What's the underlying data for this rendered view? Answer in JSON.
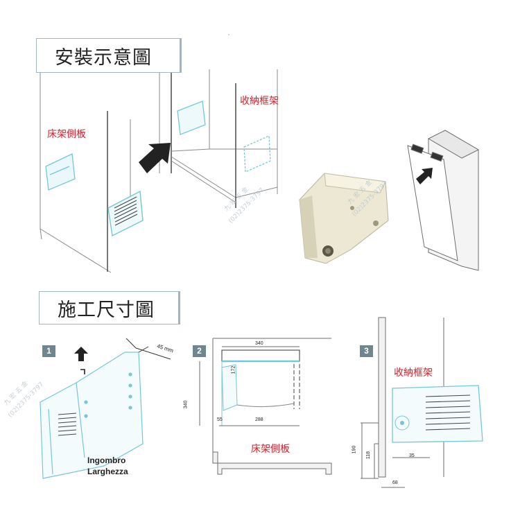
{
  "install": {
    "title": "安裝示意圖",
    "bed_side_panel": "床架側板",
    "storage_frame": "收納框架"
  },
  "dimensions": {
    "title": "施工尺寸圖",
    "steps": [
      {
        "number": "1",
        "caption_line1": "Ingombro",
        "caption_line2": "Larghezza",
        "dim_45": "45 mm"
      },
      {
        "number": "2",
        "dim_340_top": "340",
        "dim_172": "172",
        "dim_340_side": "340",
        "dim_55": "55",
        "dim_288": "288",
        "label": "床架側板"
      },
      {
        "number": "3",
        "label": "收納框架",
        "dim_190": "190",
        "dim_118": "118",
        "dim_35": "35",
        "dim_68": "68"
      }
    ]
  },
  "watermark": {
    "name": "九 宏 五 金",
    "phone": "(02)2375-3797"
  },
  "colors": {
    "line": "#6e6e6e",
    "accent": "#74c7d8",
    "label_red": "#d3202a",
    "badge": "#6f8590"
  }
}
